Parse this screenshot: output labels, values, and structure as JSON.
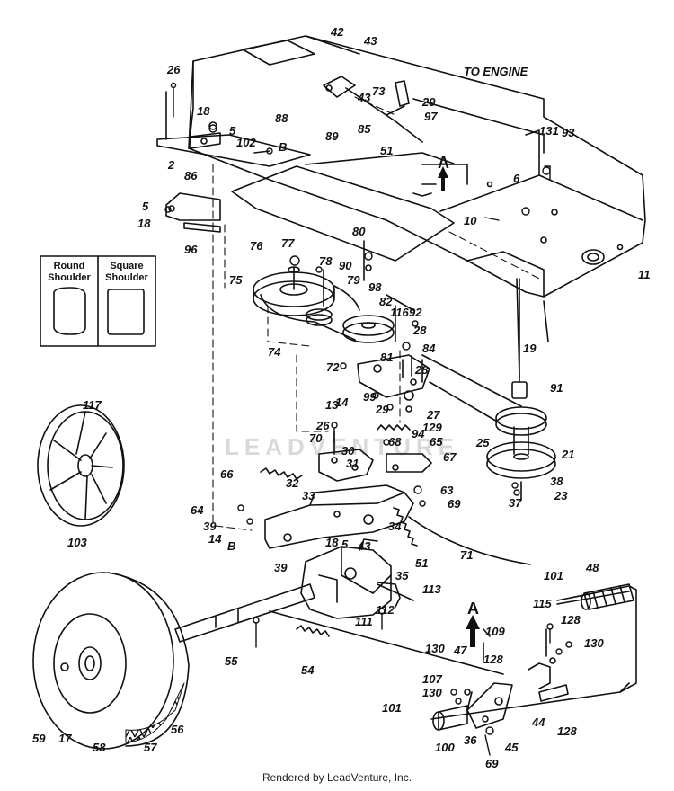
{
  "footer": "Rendered by LeadVenture, Inc.",
  "watermark": "LEADVENTURE",
  "notes": {
    "to_engine": "TO ENGINE",
    "section_a": "A",
    "section_b": "B"
  },
  "inset": {
    "round": [
      "Round",
      "Shoulder"
    ],
    "square": [
      "Square",
      "Shoulder"
    ]
  },
  "callouts": [
    "42",
    "43",
    "26",
    "73",
    "29",
    "97",
    "43",
    "88",
    "85",
    "89",
    "51",
    "18",
    "5",
    "102",
    "B",
    "2",
    "86",
    "5",
    "18",
    "96",
    "131",
    "93",
    "6",
    "10",
    "11",
    "77",
    "76",
    "80",
    "90",
    "78",
    "75",
    "79",
    "98",
    "82",
    "116",
    "74",
    "92",
    "28",
    "72",
    "81",
    "84",
    "28",
    "19",
    "91",
    "13",
    "14",
    "99",
    "29",
    "27",
    "129",
    "94",
    "26",
    "70",
    "65",
    "30",
    "68",
    "67",
    "31",
    "66",
    "32",
    "63",
    "69",
    "33",
    "64",
    "39",
    "14",
    "B",
    "34",
    "18",
    "5",
    "43",
    "71",
    "39",
    "51",
    "35",
    "113",
    "112",
    "111",
    "101",
    "48",
    "115",
    "128",
    "55",
    "54",
    "109",
    "130",
    "47",
    "128",
    "130",
    "107",
    "130",
    "101",
    "44",
    "128",
    "36",
    "100",
    "45",
    "69",
    "59",
    "17",
    "58",
    "57",
    "56",
    "117",
    "103",
    "25",
    "21",
    "38",
    "23",
    "37"
  ],
  "colors": {
    "ink": "#111111",
    "paper": "#ffffff",
    "watermark": "#d9d9d9"
  }
}
